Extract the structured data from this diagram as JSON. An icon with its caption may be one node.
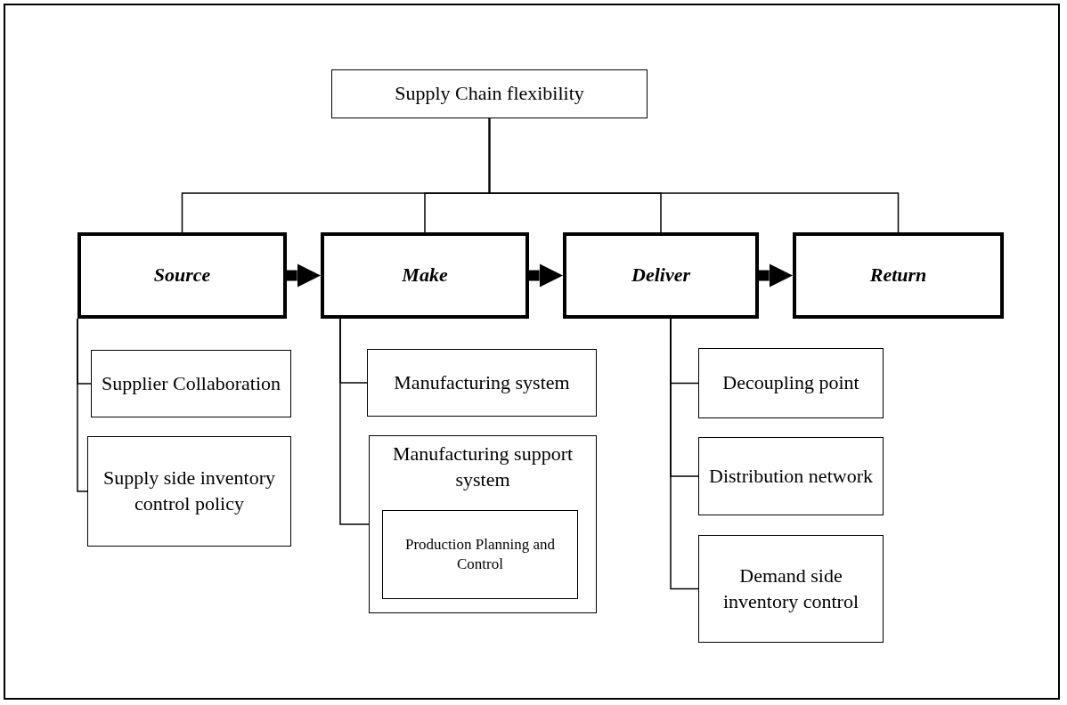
{
  "diagram": {
    "nodes": [
      {
        "text": [
          "Supply Chain flexibility"
        ]
      },
      {
        "text": [
          "Source"
        ]
      },
      {
        "text": [
          "Make"
        ]
      },
      {
        "text": [
          "Deliver"
        ]
      },
      {
        "text": [
          "Return"
        ]
      },
      {
        "text": [
          "Supplier Collaboration"
        ]
      },
      {
        "text": [
          "Supply side inventory control policy"
        ]
      },
      {
        "text": [
          "Manufacturing system"
        ]
      },
      {
        "text": [
          "Manufacturing support system"
        ]
      },
      {
        "text": [
          "Production Planning and Control"
        ],
        "in": 8
      },
      {
        "text": [
          "Decoupling point"
        ]
      },
      {
        "text": [
          "Distribution network"
        ]
      },
      {
        "text": [
          "Demand side inventory control"
        ]
      }
    ],
    "edges": [
      {
        "from": 0,
        "to": 1,
        "arrow": "none"
      },
      {
        "from": 0,
        "to": 2,
        "arrow": "none"
      },
      {
        "from": 0,
        "to": 3,
        "arrow": "none"
      },
      {
        "from": 0,
        "to": 4,
        "arrow": "none"
      },
      {
        "from": 1,
        "to": 2,
        "arrow": "to",
        "style": "thick"
      },
      {
        "from": 2,
        "to": 3,
        "arrow": "to",
        "style": "thick"
      },
      {
        "from": 3,
        "to": 4,
        "arrow": "to",
        "style": "thick"
      },
      {
        "from": 1,
        "to": 5,
        "arrow": "none"
      },
      {
        "from": 1,
        "to": 6,
        "arrow": "none"
      },
      {
        "from": 2,
        "to": 7,
        "arrow": "none"
      },
      {
        "from": 2,
        "to": 8,
        "arrow": "none"
      },
      {
        "from": 3,
        "to": 10,
        "arrow": "none"
      },
      {
        "from": 3,
        "to": 11,
        "arrow": "none"
      },
      {
        "from": 3,
        "to": 12,
        "arrow": "none"
      }
    ]
  }
}
